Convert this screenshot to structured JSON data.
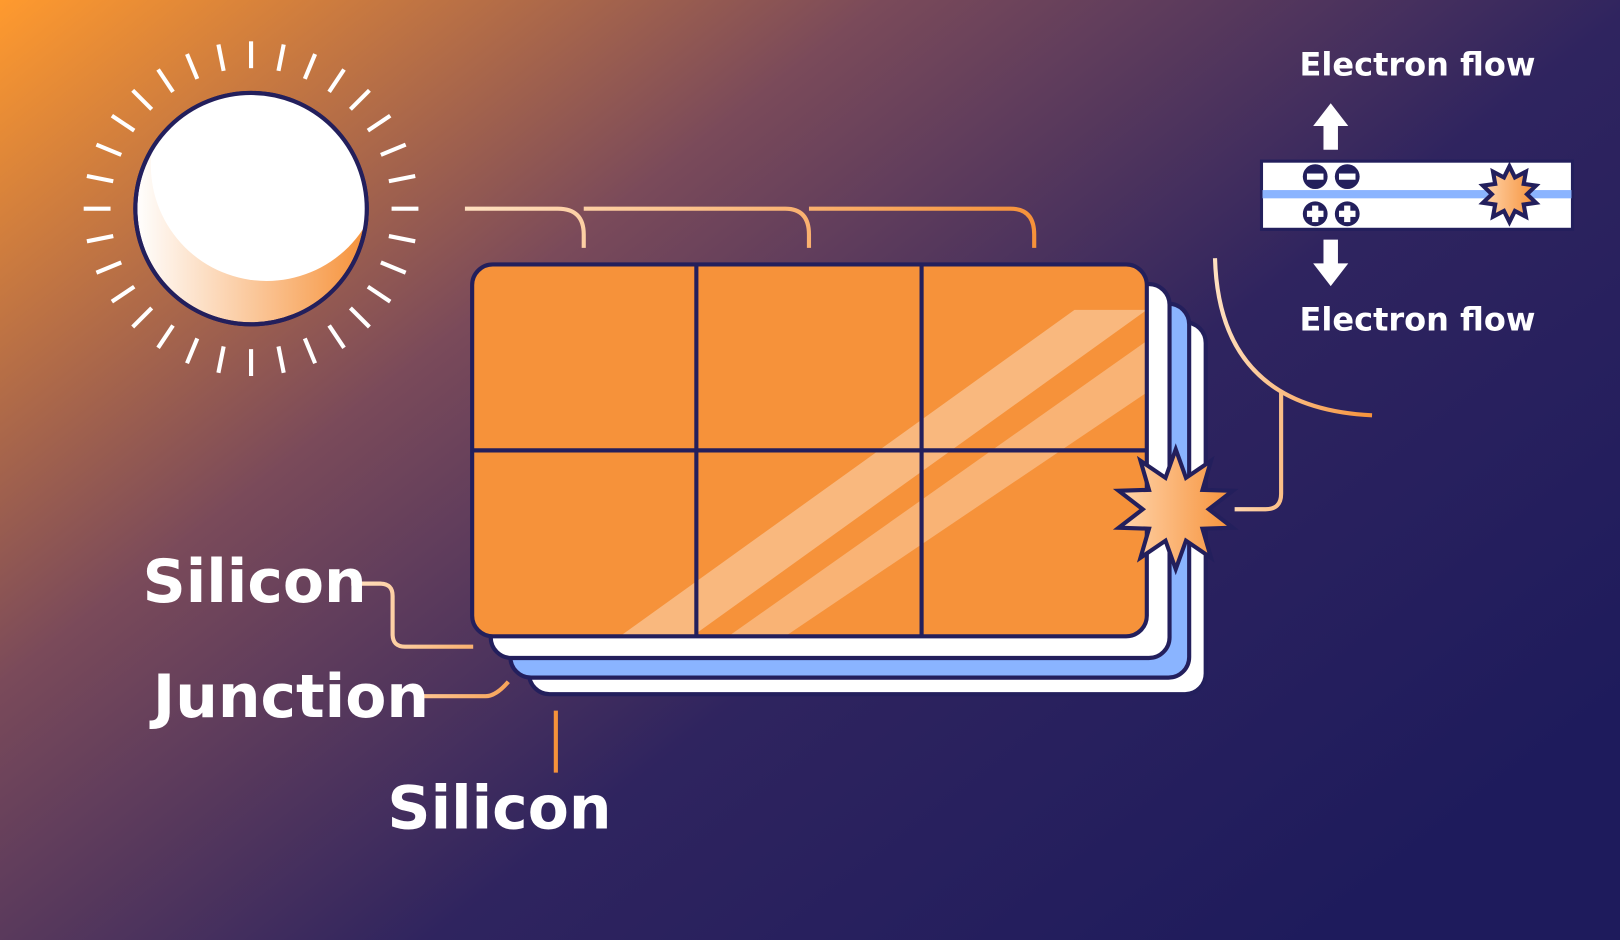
{
  "labels": {
    "electron_flow_top": "Electron flow",
    "electron_flow_bottom": "Electron flow",
    "silicon_top": "Silicon",
    "junction": "Junction",
    "silicon_bottom": "Silicon"
  },
  "colors": {
    "background_start": "#ff9a2e",
    "background_end": "#1e1b5c",
    "panel_orange": "#f6923a",
    "outline_navy": "#231f5c",
    "junction_blue": "#8ab4ff",
    "line_peach": "#ffd0a0"
  },
  "icons": [
    "sun-icon",
    "starburst-icon",
    "minus-icon",
    "plus-icon",
    "arrow-up-icon",
    "arrow-down-icon"
  ]
}
